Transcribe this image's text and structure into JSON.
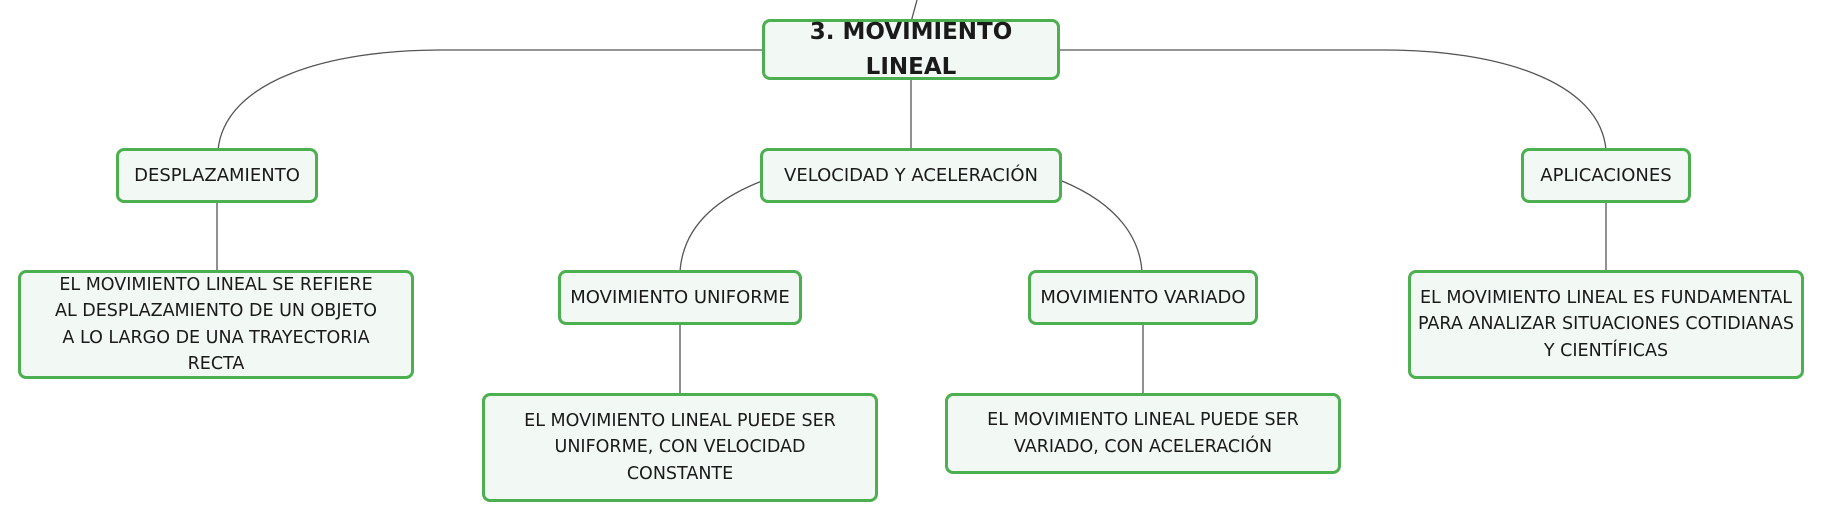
{
  "colors": {
    "node_border": "#4caf50",
    "node_fill": "#f2f8f3",
    "connector": "#555555"
  },
  "root": "3. MOVIMIENTO LINEAL",
  "branches": {
    "displacement": {
      "label": "DESPLAZAMIENTO",
      "description": "EL MOVIMIENTO LINEAL SE REFIERE AL DESPLAZAMIENTO DE UN OBJETO A LO LARGO DE UNA TRAYECTORIA RECTA"
    },
    "velocity": {
      "label": "VELOCIDAD Y ACELERACIÓN",
      "uniform": {
        "label": "MOVIMIENTO UNIFORME",
        "description": "EL MOVIMIENTO LINEAL PUEDE SER UNIFORME, CON VELOCIDAD CONSTANTE"
      },
      "varied": {
        "label": "MOVIMIENTO VARIADO",
        "description": "EL MOVIMIENTO LINEAL PUEDE SER VARIADO, CON ACELERACIÓN"
      }
    },
    "applications": {
      "label": "APLICACIONES",
      "description": "EL MOVIMIENTO LINEAL ES FUNDAMENTAL PARA ANALIZAR SITUACIONES COTIDIANAS Y CIENTÍFICAS"
    }
  }
}
